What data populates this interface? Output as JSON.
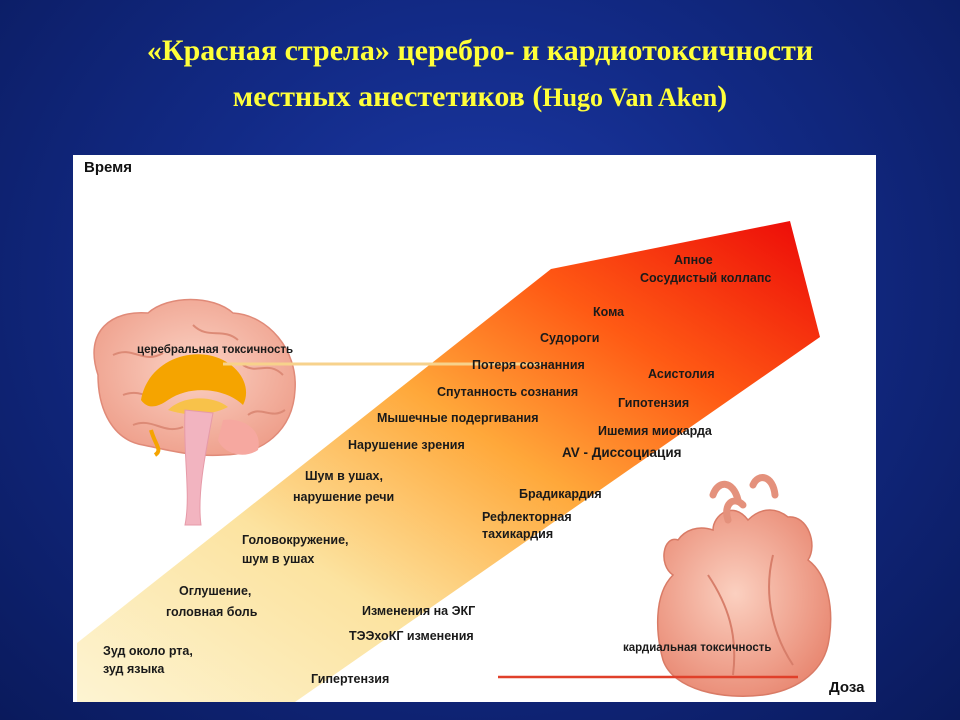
{
  "title": {
    "line1": "«Красная стрела» церебро- и кардиотоксичности",
    "line2_ru": "местных анестетиков (",
    "line2_latin": "Hugo Van Aken",
    "line2_end": ")"
  },
  "axes": {
    "y_label": "Время",
    "x_label": "Доза"
  },
  "cerebral_toxicity_label": "церебральная токсичность",
  "cardiac_toxicity_label": "кардиальная токсичность",
  "cns_symptoms": [
    "Зуд около рта,",
    "зуд языка",
    "Оглушение,",
    "головная боль",
    "Головокружение,",
    "шум в ушах",
    "Шум в ушах,",
    "нарушение речи",
    "Нарушение зрения",
    "Мышечные подергивания",
    "Спутанность сознания",
    "Потеря сознанния",
    "Судороги",
    "Кома",
    "Апное",
    "Сосудистый коллапс"
  ],
  "cardio_symptoms": [
    "Гипертензия",
    "ТЭЭхоКГ изменения",
    "Изменения на ЭКГ",
    "Рефлекторная",
    "тахикардия",
    "Брадикардия",
    "AV - Диссоциация",
    "Ишемия миокарда",
    "Гипотензия",
    "Асистолия"
  ],
  "colors": {
    "background": "#122a86",
    "title": "#ffff3a",
    "arrow_start": "#fdf2c8",
    "arrow_mid": "#ff9a2a",
    "arrow_end": "#ee0a0a",
    "brain": "#f6b8a8",
    "heart": "#f4a48e"
  }
}
